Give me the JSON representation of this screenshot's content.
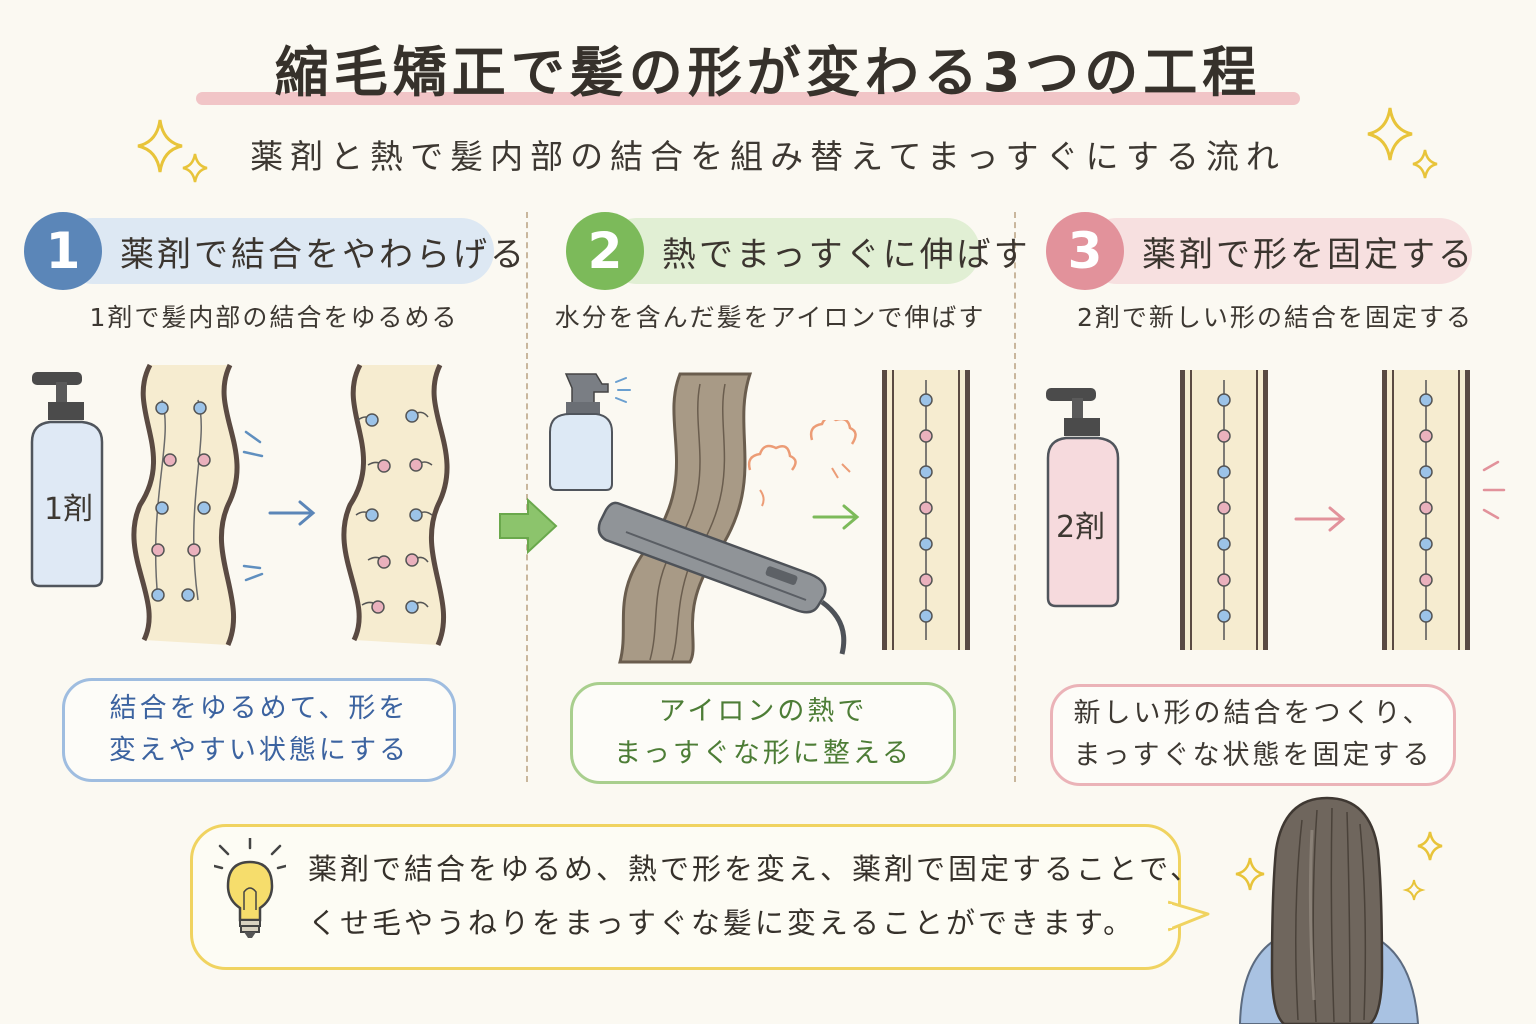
{
  "title": "縮毛矯正で髪の形が変わる3つの工程",
  "subtitle": "薬剤と熱で髪内部の結合を組み替えてまっすぐにする流れ",
  "steps": [
    {
      "number": "1",
      "title": "薬剤で結合をやわらげる",
      "description": "1剤で髪内部の結合をゆるめる",
      "bottle_label": "1剤",
      "note_lines": [
        "結合をゆるめて、形を",
        "変えやすい状態にする"
      ]
    },
    {
      "number": "2",
      "title": "熱でまっすぐに伸ばす",
      "description": "水分を含んだ髪をアイロンで伸ばす",
      "note_lines": [
        "アイロンの熱で",
        "まっすぐな形に整える"
      ]
    },
    {
      "number": "3",
      "title": "薬剤で形を固定する",
      "description": "2剤で新しい形の結合を固定する",
      "bottle_label": "2剤",
      "note_lines": [
        "新しい形の結合をつくり、",
        "まっすぐな状態を固定する"
      ]
    }
  ],
  "summary": {
    "icon": "lightbulb-icon",
    "lines": [
      "薬剤で結合をゆるめ、熱で形を変え、薬剤で固定することで、",
      "くせ毛やうねりをまっすぐな髪に変えることができます。"
    ]
  },
  "colors": {
    "step1": "#5b86b8",
    "step2": "#7cba5a",
    "step3": "#e2929b",
    "step1_pill": "#dde8f3",
    "step2_pill": "#e1efd4",
    "step3_pill": "#f7e0e0",
    "summary_border": "#f0d360",
    "title_underline": "#f1c5c7"
  }
}
